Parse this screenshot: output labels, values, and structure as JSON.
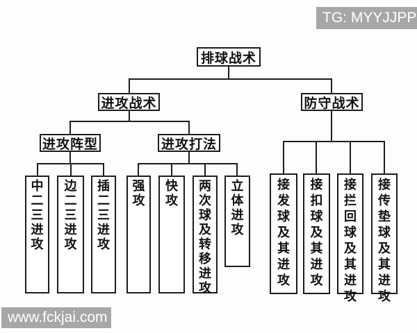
{
  "badges": {
    "telegram": "TG: MYYJJPP",
    "website": "www.fckjai.com"
  },
  "diagram": {
    "root": "排球战术",
    "offense": "进攻战术",
    "defense": "防守战术",
    "formation": "进攻阵型",
    "method": "进攻打法",
    "formation_leaves": [
      "中二三进攻",
      "边二三进攻",
      "插二三进攻"
    ],
    "method_leaves": [
      "强攻",
      "快攻",
      "两次球及转移进攻",
      "立体进攻"
    ],
    "defense_leaves": [
      "接发球及其进攻",
      "接扣球及其进攻",
      "接拦回球及其进攻",
      "接传垫球及其进攻"
    ]
  },
  "colors": {
    "background": "#fdfdfd",
    "line": "#1c1c1c",
    "text": "#111111",
    "node_bg": "#ffffff",
    "watermark_bg": "#a7a7a7",
    "watermark_text": "#ffffff"
  }
}
